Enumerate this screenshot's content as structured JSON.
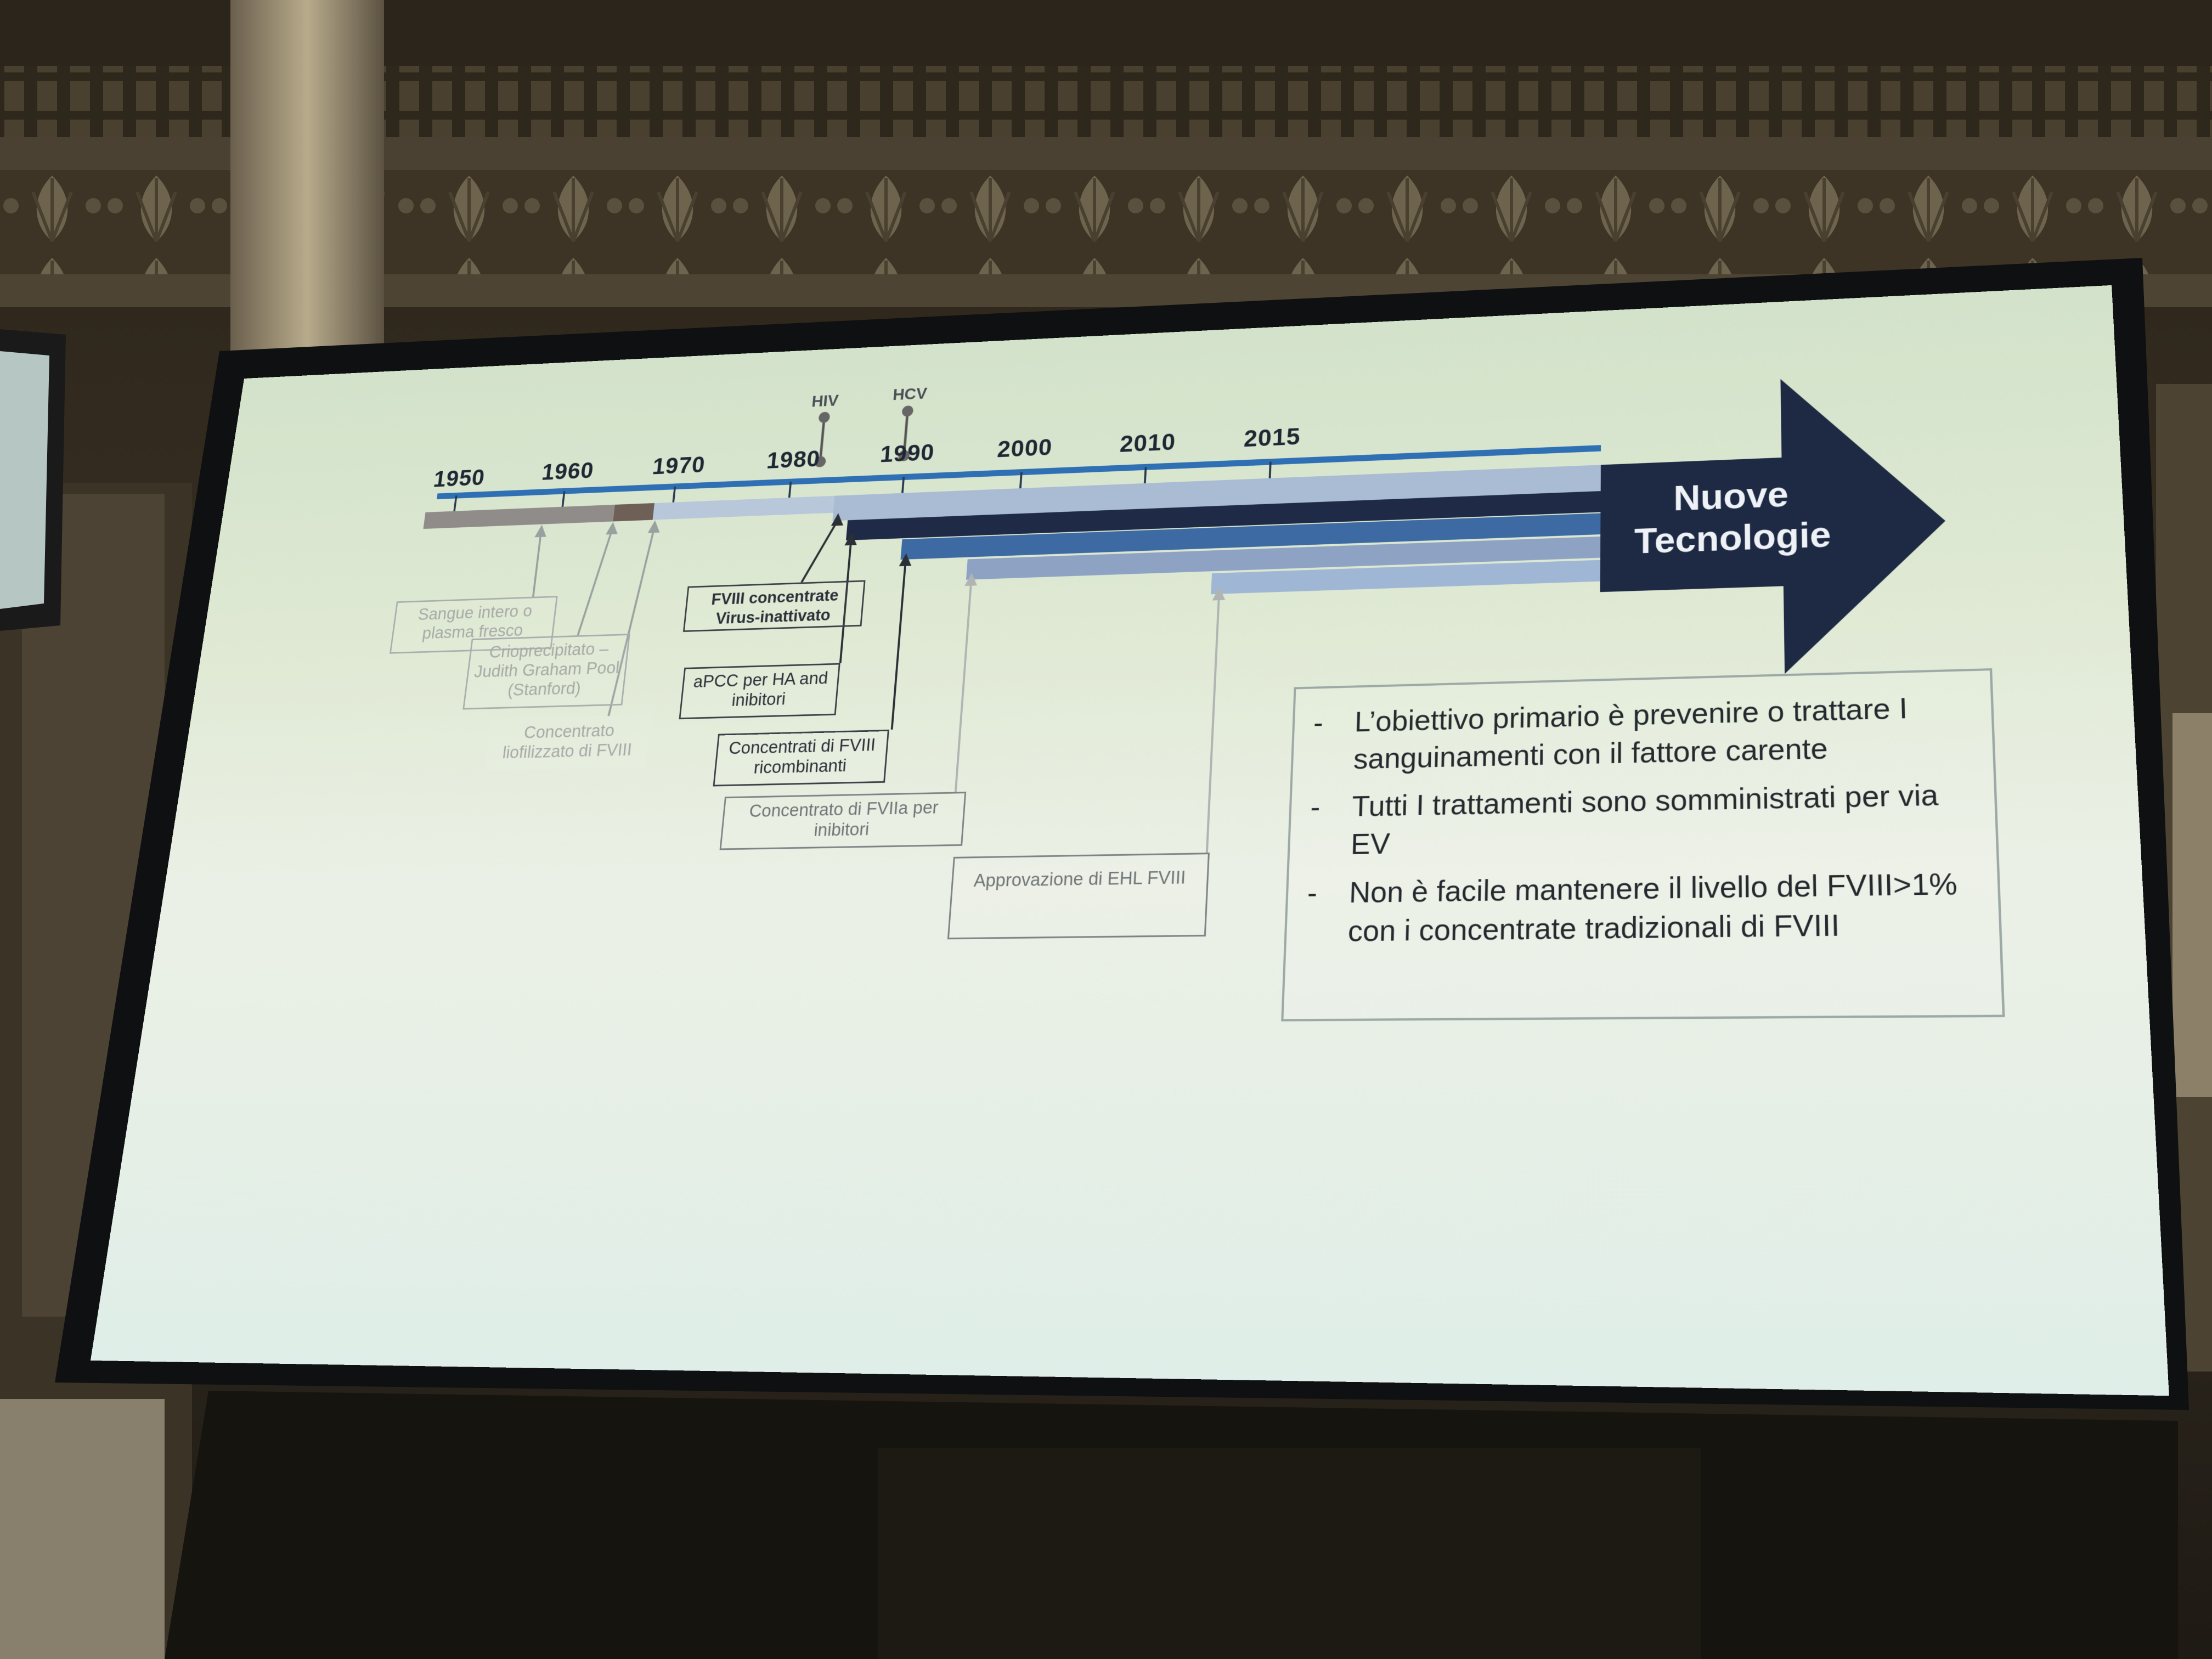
{
  "slide": {
    "timeline_years": [
      "1950",
      "1960",
      "1970",
      "1980",
      "1990",
      "2000",
      "2010",
      "2015"
    ],
    "markers": [
      "HIV",
      "HCV"
    ],
    "arrow_label_line1": "Nuove",
    "arrow_label_line2": "Tecnologie",
    "milestones": [
      "Sangue intero o plasma fresco",
      "Crioprecipitato – Judith Graham Pool (Stanford)",
      "Concentrato liofilizzato di FVIII",
      "FVIII concentrate Virus-inattivato",
      "aPCC per HA and inibitori",
      "Concentrati di FVIII ricombinanti",
      "Concentrato di FVIIa per inibitori",
      "Approvazione di EHL FVIII"
    ],
    "bullets": [
      "L’obiettivo primario è prevenire o trattare I sanguinamenti  con il fattore carente",
      "Tutti I trattamenti sono somministrati per via EV",
      "Non è facile mantenere il livello del FVIII>1% con i concentrate tradizionali di FVIII"
    ],
    "bullet_marker": "-"
  },
  "colors": {
    "timeline_blue": "#2f6fb4",
    "arrow_navy": "#1e2a44",
    "bar_navy": "#1f2a47",
    "bar_blue": "#3e6aa3",
    "bar_light": "#8ea3c4",
    "bar_pale": "#b8c8da",
    "bar_gray": "#8f8c8a",
    "bar_brown": "#6e5f57"
  }
}
